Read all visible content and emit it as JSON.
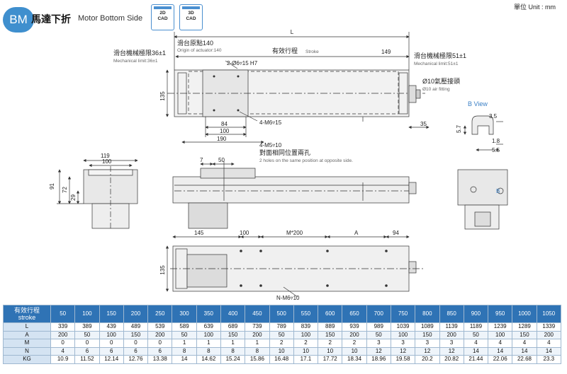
{
  "header": {
    "badge": "BM",
    "title_zh": "馬達下折",
    "title_en": "Motor Bottom Side",
    "cad_buttons": [
      {
        "line1": "2D",
        "line2": "CAD"
      },
      {
        "line1": "3D",
        "line2": "CAD"
      }
    ],
    "unit": "單位 Unit : mm"
  },
  "drawing": {
    "top_view": {
      "L": "L",
      "origin_zh": "滑台原點140",
      "origin_en": "Origin of actuator:140",
      "stroke_zh": "有效行程",
      "stroke_en": "Stroke",
      "dim_149": "149",
      "limit_left_zh": "滑台機械極限36±1",
      "limit_left_en": "Mechanical limit:36±1",
      "limit_right_zh": "滑台機械極限51±1",
      "limit_right_en": "Mechanical limit:51±1",
      "hole_2": "2-Ø6▿15 H7",
      "fitting_zh": "Ø10氣壓接頭",
      "fitting_en": "Ø10 air fitting",
      "height_135": "135",
      "dim_84": "84",
      "dim_100": "100",
      "dim_190": "190",
      "hole_4": "4-M6▿15",
      "dim_35": "35"
    },
    "b_view": {
      "title": "B View",
      "d35": "3.5",
      "d57": "5.7",
      "d18": "1.8",
      "d55": "5.5"
    },
    "side_view": {
      "hole_m5": "4-M5▿10",
      "note_zh": "對面相同位置兩孔",
      "note_en": "2 holes on the same position at opposite side.",
      "d7": "7",
      "d50": "50",
      "b_mark": "B"
    },
    "end_view": {
      "d119": "119",
      "d100": "100",
      "d91": "91",
      "d72": "72",
      "d29": "29"
    },
    "bottom_view": {
      "d145": "145",
      "d100": "100",
      "dM": "M*200",
      "dA": "A",
      "d94": "94",
      "d135": "135",
      "holes": "N-M6▿10"
    }
  },
  "table": {
    "header_zh": "有效行程",
    "header_en": "stroke",
    "strokes": [
      "50",
      "100",
      "150",
      "200",
      "250",
      "300",
      "350",
      "400",
      "450",
      "500",
      "550",
      "600",
      "650",
      "700",
      "750",
      "800",
      "850",
      "900",
      "950",
      "1000",
      "1050"
    ],
    "rows": [
      {
        "label": "L",
        "values": [
          "339",
          "389",
          "439",
          "489",
          "539",
          "589",
          "639",
          "689",
          "739",
          "789",
          "839",
          "889",
          "939",
          "989",
          "1039",
          "1089",
          "1139",
          "1189",
          "1239",
          "1289",
          "1339"
        ]
      },
      {
        "label": "A",
        "values": [
          "200",
          "50",
          "100",
          "150",
          "200",
          "50",
          "100",
          "150",
          "200",
          "50",
          "100",
          "150",
          "200",
          "50",
          "100",
          "150",
          "200",
          "50",
          "100",
          "150",
          "200"
        ]
      },
      {
        "label": "M",
        "values": [
          "0",
          "0",
          "0",
          "0",
          "0",
          "1",
          "1",
          "1",
          "1",
          "2",
          "2",
          "2",
          "2",
          "3",
          "3",
          "3",
          "3",
          "4",
          "4",
          "4",
          "4"
        ]
      },
      {
        "label": "N",
        "values": [
          "4",
          "6",
          "6",
          "6",
          "6",
          "8",
          "8",
          "8",
          "8",
          "10",
          "10",
          "10",
          "10",
          "12",
          "12",
          "12",
          "12",
          "14",
          "14",
          "14",
          "14"
        ]
      },
      {
        "label": "KG",
        "values": [
          "10.9",
          "11.52",
          "12.14",
          "12.76",
          "13.38",
          "14",
          "14.62",
          "15.24",
          "15.86",
          "16.48",
          "17.1",
          "17.72",
          "18.34",
          "18.96",
          "19.58",
          "20.2",
          "20.82",
          "21.44",
          "22.06",
          "22.68",
          "23.3"
        ]
      }
    ]
  }
}
